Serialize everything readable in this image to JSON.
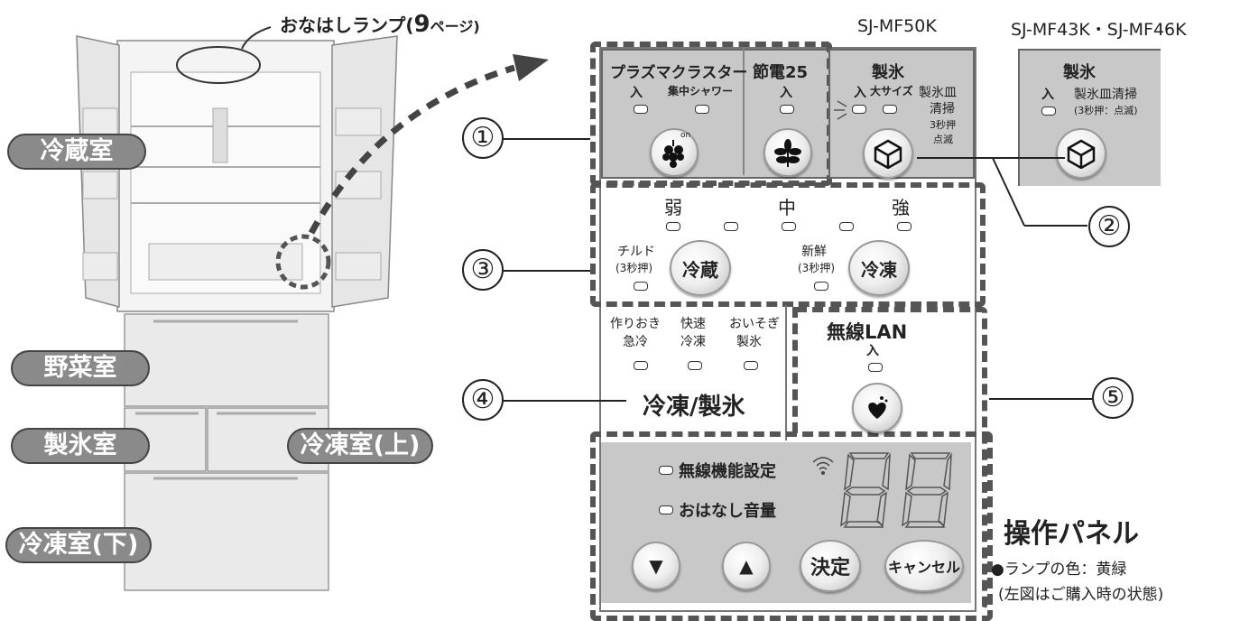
{
  "top_callout": {
    "prefix": "おなはしランプ(",
    "page_num": "9",
    "suffix": "ページ)"
  },
  "compartments": [
    "冷蔵室",
    "野菜室",
    "製氷室",
    "冷凍室(上)",
    "冷凍室(下)"
  ],
  "models": {
    "main": "SJ-MF50K",
    "alt": "SJ-MF43K・SJ-MF46K"
  },
  "section1": {
    "plasma_title": "プラズマクラスター",
    "plasma_on": "入",
    "plasma_focus": "集中シャワー",
    "plasma_icon_sub": "on",
    "setsuden_title": "節電25",
    "setsuden_on": "入"
  },
  "ice_main": {
    "title": "製氷",
    "on": "入",
    "large": "大サイズ",
    "tray1": "製氷皿",
    "tray2": "清掃",
    "hold1": "3秒押",
    "hold2": "点滅"
  },
  "ice_alt": {
    "title": "製氷",
    "on": "入",
    "tray": "製氷皿清掃",
    "hold": "(3秒押：点滅)"
  },
  "section3": {
    "weak": "弱",
    "mid": "中",
    "strong": "強",
    "chilled": "チルド",
    "chilled_hold": "(3秒押)",
    "fridge_btn": "冷蔵",
    "fresh": "新鮮",
    "fresh_hold": "(3秒押)",
    "freeze_btn": "冷凍"
  },
  "section4": {
    "opt1a": "作りおき",
    "opt1b": "急冷",
    "opt2a": "快速",
    "opt2b": "冷凍",
    "opt3a": "おいそぎ",
    "opt3b": "製氷",
    "button": "冷凍/製氷"
  },
  "section5": {
    "title": "無線LAN",
    "on": "入"
  },
  "bottom_panel": {
    "wireless_setting": "無線機能設定",
    "voice_volume": "おはなし音量",
    "down": "▼",
    "up": "▲",
    "confirm": "決定",
    "cancel": "キャンセル"
  },
  "callouts": [
    "①",
    "②",
    "③",
    "④",
    "⑤"
  ],
  "caption": {
    "title": "操作パネル",
    "lamp_color": "●ランプの色：黄緑",
    "note": "(左図はご購入時の状態)"
  }
}
